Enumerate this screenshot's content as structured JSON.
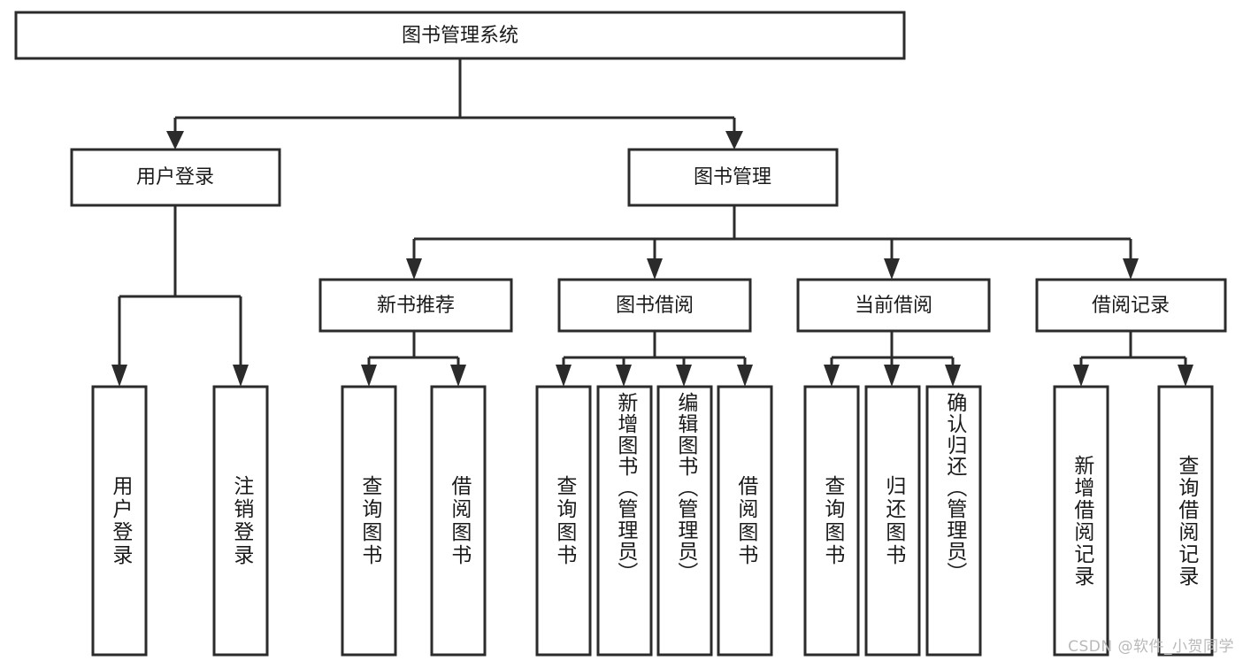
{
  "diagram": {
    "type": "tree-hierarchy-chart",
    "title": "图书管理系统",
    "watermark": "CSDN @软件_小贺同学",
    "colors": {
      "stroke": "#2b2b2b",
      "fill": "#ffffff",
      "text": "#1a1a1a",
      "watermark": "#b9b9b9"
    },
    "levels": {
      "level0": [
        {
          "id": "root",
          "label": "图书管理系统",
          "orientation": "horizontal"
        }
      ],
      "level1": [
        {
          "id": "user-login",
          "label": "用户登录",
          "orientation": "horizontal",
          "parent": "root"
        },
        {
          "id": "book-manage",
          "label": "图书管理",
          "orientation": "horizontal",
          "parent": "root"
        }
      ],
      "level2": [
        {
          "id": "new-book-recommend",
          "label": "新书推荐",
          "orientation": "horizontal",
          "parent": "book-manage"
        },
        {
          "id": "book-borrow",
          "label": "图书借阅",
          "orientation": "horizontal",
          "parent": "book-manage"
        },
        {
          "id": "current-borrow",
          "label": "当前借阅",
          "orientation": "horizontal",
          "parent": "book-manage"
        },
        {
          "id": "borrow-record",
          "label": "借阅记录",
          "orientation": "horizontal",
          "parent": "book-manage"
        }
      ],
      "leaves": [
        {
          "id": "leaf-user-login",
          "label": "用户登录",
          "orientation": "vertical",
          "parent": "user-login"
        },
        {
          "id": "leaf-user-logout",
          "label": "注销登录",
          "orientation": "vertical",
          "parent": "user-login"
        },
        {
          "id": "leaf-query-book-1",
          "label": "查询图书",
          "orientation": "vertical",
          "parent": "new-book-recommend"
        },
        {
          "id": "leaf-borrow-book-1",
          "label": "借阅图书",
          "orientation": "vertical",
          "parent": "new-book-recommend"
        },
        {
          "id": "leaf-query-book-2",
          "label": "查询图书",
          "orientation": "vertical",
          "parent": "book-borrow"
        },
        {
          "id": "leaf-add-book",
          "label": "新增图书（管理员）",
          "orientation": "vertical",
          "parent": "book-borrow"
        },
        {
          "id": "leaf-edit-book",
          "label": "编辑图书（管理员）",
          "orientation": "vertical",
          "parent": "book-borrow"
        },
        {
          "id": "leaf-borrow-book-2",
          "label": "借阅图书",
          "orientation": "vertical",
          "parent": "book-borrow"
        },
        {
          "id": "leaf-query-book-3",
          "label": "查询图书",
          "orientation": "vertical",
          "parent": "current-borrow"
        },
        {
          "id": "leaf-return-book",
          "label": "归还图书",
          "orientation": "vertical",
          "parent": "current-borrow"
        },
        {
          "id": "leaf-confirm-return",
          "label": "确认归还（管理员）",
          "orientation": "vertical",
          "parent": "current-borrow"
        },
        {
          "id": "leaf-add-record",
          "label": "新增借阅记录",
          "orientation": "vertical",
          "parent": "borrow-record"
        },
        {
          "id": "leaf-query-record",
          "label": "查询借阅记录",
          "orientation": "vertical",
          "parent": "borrow-record"
        }
      ]
    }
  }
}
